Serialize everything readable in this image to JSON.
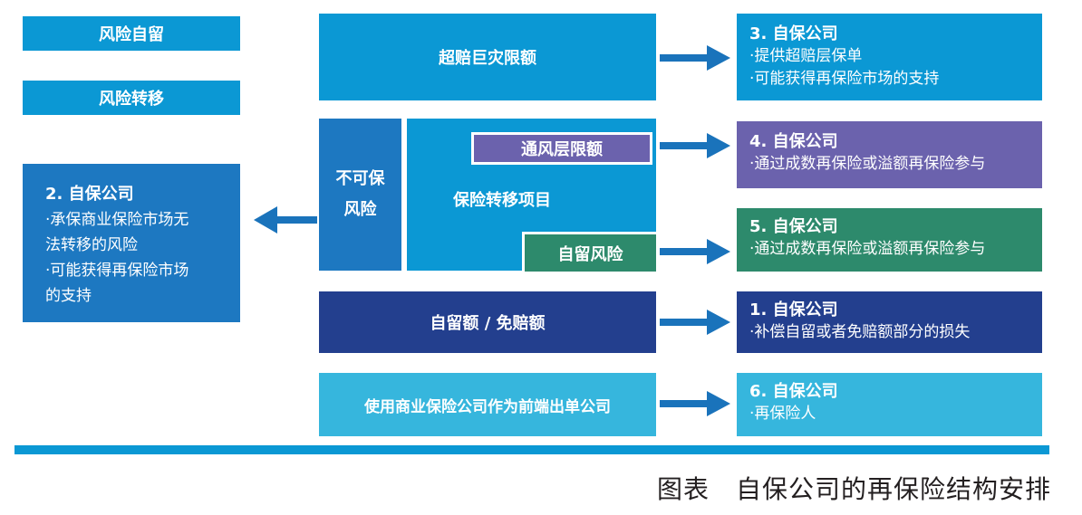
{
  "colors": {
    "light_blue": "#0b98d4",
    "mid_blue": "#1d78c1",
    "dark_blue": "#233f8e",
    "purple": "#6b62ad",
    "green": "#2d8a6c",
    "cyan": "#36b6dd",
    "arrow_blue": "#1a73bb"
  },
  "left": {
    "risk_retention": "风险自留",
    "risk_transfer": "风险转移",
    "captive2": {
      "title": "2. 自保公司",
      "lines": [
        "·承保商业保险市场无",
        "法转移的风险",
        "·可能获得再保险市场",
        "的支持"
      ]
    }
  },
  "middle": {
    "excess_catastrophe": "超赔巨灾限额",
    "uninsurable": [
      "不可保",
      "风险"
    ],
    "transfer_program": "保险转移项目",
    "working_layer": "通风层限额",
    "retained_risk": "自留风险",
    "deductible": "自留额 / 免赔额",
    "fronting": "使用商业保险公司作为前端出单公司"
  },
  "right": {
    "captive3": {
      "title": "3. 自保公司",
      "lines": [
        "·提供超赔层保单",
        "·可能获得再保险市场的支持"
      ]
    },
    "captive4": {
      "title": "4. 自保公司",
      "lines": [
        "·通过成数再保险或溢额再保险参与"
      ]
    },
    "captive5": {
      "title": "5. 自保公司",
      "lines": [
        "·通过成数再保险或溢额再保险参与"
      ]
    },
    "captive1": {
      "title": "1. 自保公司",
      "lines": [
        "·补偿自留或者免赔额部分的损失"
      ]
    },
    "captive6": {
      "title": "6. 自保公司",
      "lines": [
        "·再保险人"
      ]
    }
  },
  "caption": "图表　自保公司的再保险结构安排"
}
